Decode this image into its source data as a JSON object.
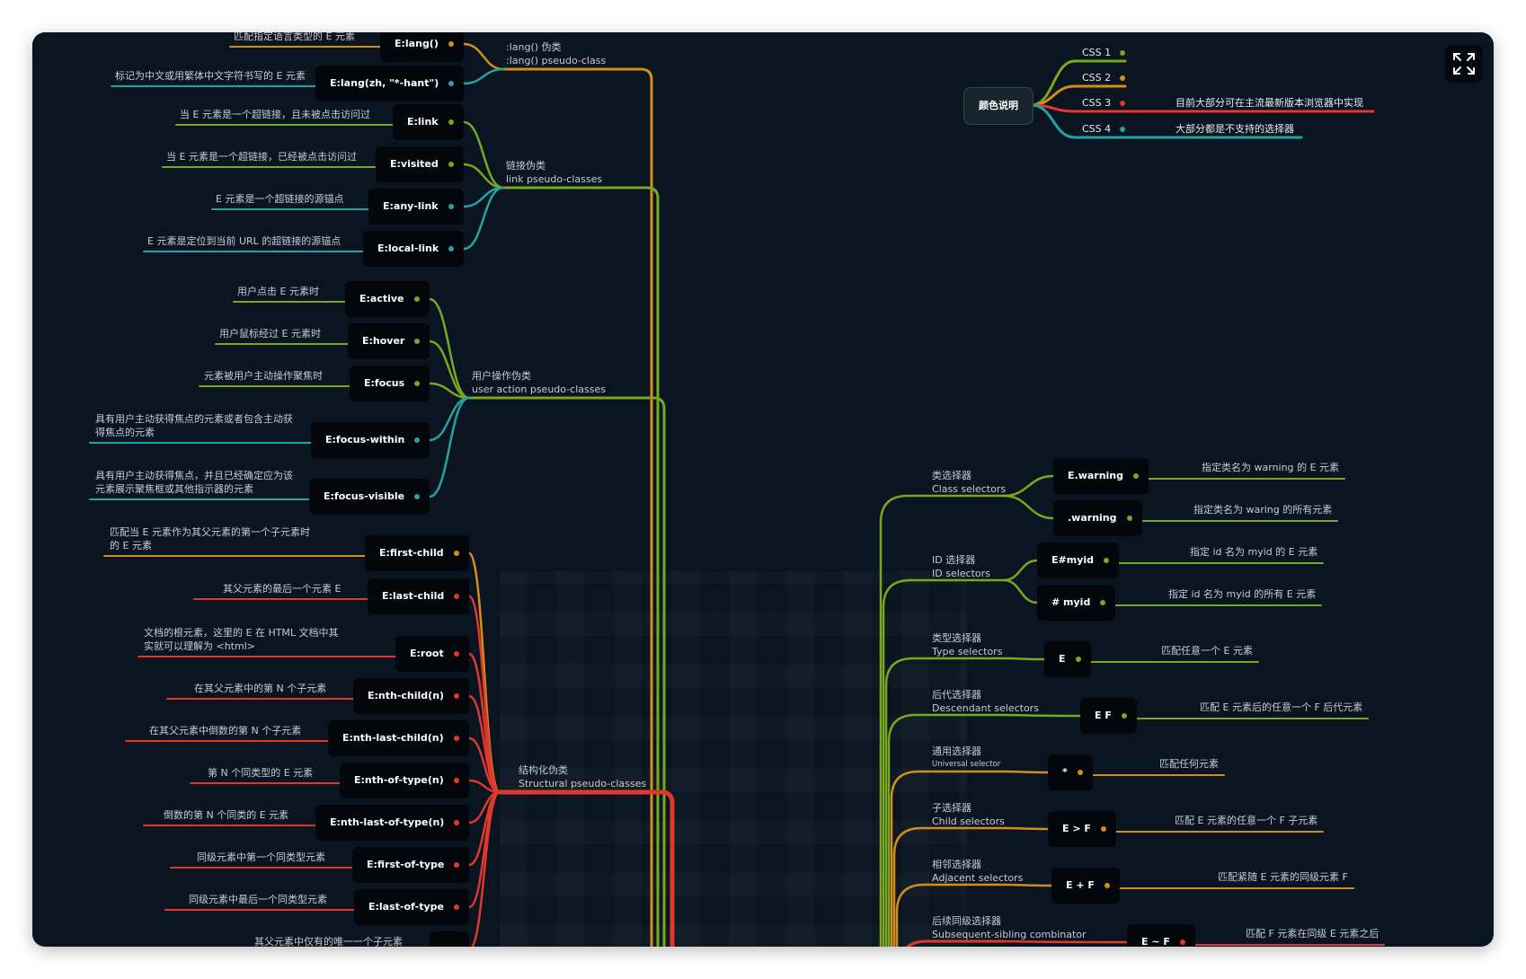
{
  "colors": {
    "css1": "#77a81f",
    "css2": "#d38d1b",
    "css3": "#e1382d",
    "css4": "#23a3a3"
  },
  "fullscreen_icon": "expand-icon",
  "legend": {
    "title": "颜色说明",
    "items": [
      {
        "label": "CSS 1",
        "level": "css1",
        "note": ""
      },
      {
        "label": "CSS 2",
        "level": "css2",
        "note": ""
      },
      {
        "label": "CSS 3",
        "level": "css3",
        "note": "目前大部分可在主流最新版本浏览器中实现"
      },
      {
        "label": "CSS 4",
        "level": "css4",
        "note": "大部分都是不支持的选择器"
      }
    ]
  },
  "left_groups": [
    {
      "title": ":lang() 伪类",
      "subtitle": ":lang() pseudo-class",
      "level": "css2",
      "items": [
        {
          "selector": "E:lang()",
          "desc": "匹配指定语言类型的 E 元素",
          "level": "css2"
        },
        {
          "selector": "E:lang(zh, \"*-hant\")",
          "desc": "标记为中文或用繁体中文字符书写的 E 元素",
          "level": "css4"
        }
      ]
    },
    {
      "title": "链接伪类",
      "subtitle": "link pseudo-classes",
      "level": "css1",
      "items": [
        {
          "selector": "E:link",
          "desc": "当 E 元素是一个超链接，且未被点击访问过",
          "level": "css1"
        },
        {
          "selector": "E:visited",
          "desc": "当 E 元素是一个超链接，已经被点击访问过",
          "level": "css1"
        },
        {
          "selector": "E:any-link",
          "desc": "E 元素是一个超链接的源锚点",
          "level": "css4"
        },
        {
          "selector": "E:local-link",
          "desc": "E 元素是定位到当前 URL 的超链接的源锚点",
          "level": "css4"
        }
      ]
    },
    {
      "title": "用户操作伪类",
      "subtitle": "user action pseudo-classes",
      "level": "css1",
      "items": [
        {
          "selector": "E:active",
          "desc": "用户点击 E 元素时",
          "level": "css1"
        },
        {
          "selector": "E:hover",
          "desc": "用户鼠标经过 E 元素时",
          "level": "css1"
        },
        {
          "selector": "E:focus",
          "desc": "元素被用户主动操作聚焦时",
          "level": "css1"
        },
        {
          "selector": "E:focus-within",
          "desc": "具有用户主动获得焦点的元素或者包含主动获\n得焦点的元素",
          "level": "css4"
        },
        {
          "selector": "E:focus-visible",
          "desc": "具有用户主动获得焦点，并且已经确定应为该\n元素展示聚焦框或其他指示器的元素",
          "level": "css4"
        }
      ]
    },
    {
      "title": "结构化伪类",
      "subtitle": "Structural pseudo-classes",
      "level": "css3",
      "items": [
        {
          "selector": "E:first-child",
          "desc": "匹配当 E 元素作为其父元素的第一个子元素时\n的 E 元素",
          "level": "css2"
        },
        {
          "selector": "E:last-child",
          "desc": "其父元素的最后一个元素 E",
          "level": "css3"
        },
        {
          "selector": "E:root",
          "desc": "文档的根元素，这里的 E 在 HTML 文档中其\n实就可以理解为 <html>",
          "level": "css3"
        },
        {
          "selector": "E:nth-child(n)",
          "desc": "在其父元素中的第 N 个子元素",
          "level": "css3"
        },
        {
          "selector": "E:nth-last-child(n)",
          "desc": "在其父元素中倒数的第 N 个子元素",
          "level": "css3"
        },
        {
          "selector": "E:nth-of-type(n)",
          "desc": "第 N 个同类型的 E 元素",
          "level": "css3"
        },
        {
          "selector": "E:nth-last-of-type(n)",
          "desc": "倒数的第 N 个同类的 E 元素",
          "level": "css3"
        },
        {
          "selector": "E:first-of-type",
          "desc": "同级元素中第一个同类型元素",
          "level": "css3"
        },
        {
          "selector": "E:last-of-type",
          "desc": "同级元素中最后一个同类型元素",
          "level": "css3"
        },
        {
          "selector": "",
          "desc": "其父元素中仅有的唯一一个子元素",
          "level": "css3"
        }
      ]
    }
  ],
  "right_groups": [
    {
      "title": "类选择器",
      "subtitle": "Class selectors",
      "level": "css1",
      "items": [
        {
          "selector": "E.warning",
          "desc": "指定类名为 warning 的 E 元素",
          "level": "css1"
        },
        {
          "selector": ".warning",
          "desc": "指定类名为 waring 的所有元素",
          "level": "css1"
        }
      ]
    },
    {
      "title": "ID 选择器",
      "subtitle": "ID selectors",
      "level": "css1",
      "items": [
        {
          "selector": "E#myid",
          "desc": "指定 id 名为 myid 的 E 元素",
          "level": "css1"
        },
        {
          "selector": "# myid",
          "desc": "指定 id 名为 myid 的所有 E 元素",
          "level": "css1"
        }
      ]
    },
    {
      "title": "类型选择器",
      "subtitle": "Type selectors",
      "level": "css1",
      "items": [
        {
          "selector": "E",
          "desc": "匹配任意一个 E 元素",
          "level": "css1"
        }
      ]
    },
    {
      "title": "后代选择器",
      "subtitle": "Descendant selectors",
      "level": "css1",
      "items": [
        {
          "selector": "E F",
          "desc": "匹配 E 元素后的任意一个 F 后代元素",
          "level": "css1"
        }
      ]
    },
    {
      "title": "通用选择器",
      "subtitle": "Universal selector",
      "level": "css2",
      "items": [
        {
          "selector": "*",
          "desc": "匹配任何元素",
          "level": "css2"
        }
      ]
    },
    {
      "title": "子选择器",
      "subtitle": "Child selectors",
      "level": "css2",
      "items": [
        {
          "selector": "E > F",
          "desc": "匹配 E 元素的任意一个 F 子元素",
          "level": "css2"
        }
      ]
    },
    {
      "title": "相邻选择器",
      "subtitle": "Adjacent selectors",
      "level": "css2",
      "items": [
        {
          "selector": "E + F",
          "desc": "匹配紧随 E 元素的同级元素 F",
          "level": "css2"
        }
      ]
    },
    {
      "title": "后续同级选择器",
      "subtitle": "Subsequent-sibling combinator",
      "level": "css3",
      "items": [
        {
          "selector": "E ~ F",
          "desc": "匹配 F 元素在同级 E 元素之后",
          "level": "css3"
        }
      ]
    }
  ]
}
